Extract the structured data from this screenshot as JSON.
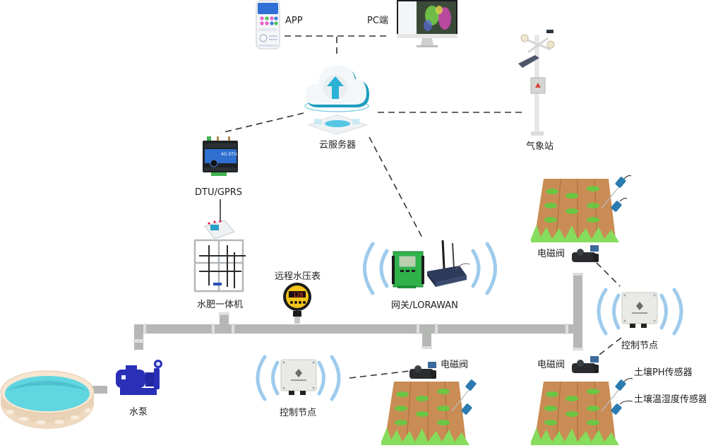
{
  "diagram": {
    "title": "智慧灌溉系统拓扑",
    "colors": {
      "pipe": "#b4b6b4",
      "pipe_joint": "#dcdcdc",
      "dashed_line": "#333333",
      "cloud_blue": "#2aa6c8",
      "signal_wave": "#8ec3ea",
      "soil": "#c98c54",
      "soil_dark": "#a86e3c",
      "grass": "#7ed957",
      "leaf": "#6cc644",
      "pool_water": "#5fd6e0",
      "pool_rim": "#f0dcc4",
      "pump_blue": "#2a2fb8",
      "control_node_box": "#e8e8e4",
      "gateway_green": "#2fb24a",
      "router_navy": "#2d3a5a",
      "gauge_yellow": "#f3c51a",
      "sensor_blue": "#2b7bb0"
    },
    "nodes": {
      "app": {
        "label": "APP",
        "icon": "smartphone-icon"
      },
      "pc": {
        "label": "PC端",
        "icon": "desktop-monitor-icon"
      },
      "cloud": {
        "label": "云服务器",
        "icon": "cloud-upload-icon"
      },
      "weather_station": {
        "label": "气象站",
        "icon": "weather-station-icon"
      },
      "dtu": {
        "label": "DTU/GPRS",
        "icon": "dtu-module-icon",
        "device_text": "4G DTU"
      },
      "fertigation": {
        "label": "水肥一体机",
        "icon": "fertigation-machine-icon"
      },
      "pressure_gauge": {
        "label": "远程水压表",
        "icon": "pressure-gauge-icon",
        "reading": "128"
      },
      "gateway": {
        "label": "网关/LORAWAN",
        "icon": "gateway-router-icon"
      },
      "pump": {
        "label": "水泵",
        "icon": "water-pump-icon"
      },
      "pool": {
        "label": "",
        "icon": "water-pool-icon"
      },
      "control_node_bottom": {
        "label": "控制节点",
        "icon": "control-node-box-icon"
      },
      "control_node_right": {
        "label": "控制节点",
        "icon": "control-node-box-icon"
      },
      "valve_bottom": {
        "label": "电磁阀",
        "icon": "solenoid-valve-icon"
      },
      "valve_top_right": {
        "label": "电磁阀",
        "icon": "solenoid-valve-icon"
      },
      "valve_bottom_right": {
        "label": "电磁阀",
        "icon": "solenoid-valve-icon"
      },
      "ph_sensor": {
        "label": "土壤PH传感器",
        "icon": "soil-ph-sensor-icon"
      },
      "moisture_sensor": {
        "label": "土壤温湿度传感器",
        "icon": "soil-moisture-sensor-icon"
      },
      "field_top_right": {
        "label": "",
        "icon": "crop-field-icon"
      },
      "field_bottom_center": {
        "label": "",
        "icon": "crop-field-icon"
      },
      "field_bottom_right": {
        "label": "",
        "icon": "crop-field-icon"
      }
    },
    "connections": [
      {
        "from": "app",
        "to": "pc",
        "style": "dashed"
      },
      {
        "from": "app",
        "to": "cloud",
        "style": "dashed"
      },
      {
        "from": "cloud",
        "to": "dtu",
        "style": "dashed"
      },
      {
        "from": "cloud",
        "to": "weather_station",
        "style": "dashed"
      },
      {
        "from": "cloud",
        "to": "gateway",
        "style": "dashed"
      },
      {
        "from": "dtu",
        "to": "fertigation",
        "style": "solid"
      },
      {
        "from": "control_node_bottom",
        "to": "valve_bottom",
        "style": "dashed"
      },
      {
        "from": "control_node_right",
        "to": "valve_top_right",
        "style": "dashed"
      },
      {
        "from": "control_node_right",
        "to": "valve_bottom_right",
        "style": "dashed"
      },
      {
        "from": "pump",
        "to": "pipe_network",
        "style": "pipe"
      },
      {
        "from": "pool",
        "to": "pump",
        "style": "pipe"
      }
    ]
  }
}
